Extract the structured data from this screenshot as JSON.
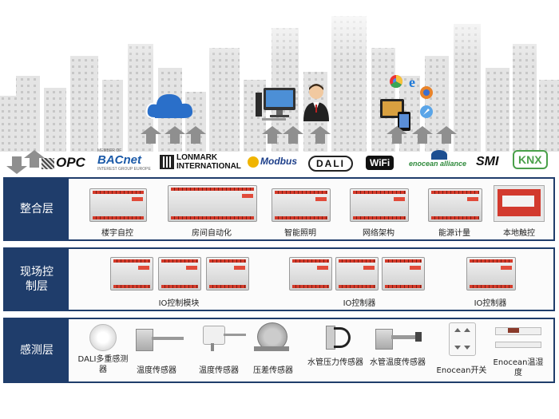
{
  "protocols": [
    "OPC",
    "BACnet",
    "LONMARK INTERNATIONAL",
    "Modbus",
    "DALI",
    "WiFi",
    "enocean alliance",
    "SMI",
    "KNX"
  ],
  "layers": {
    "integration": {
      "label": "整合层",
      "items": [
        "楼宇自控",
        "房间自动化",
        "智能照明",
        "网络架构",
        "能源计量",
        "本地触控"
      ]
    },
    "field": {
      "label": "现场控制层",
      "captions": [
        "IO控制模块",
        "IO控制器",
        "IO控制器"
      ]
    },
    "sensing": {
      "label": "感测层",
      "items": [
        "DALI多重感测器",
        "温度传感器",
        "温度传感器",
        "压差传感器",
        "水管压力传感器",
        "水管温度传感器",
        "Enocean开关",
        "Enocean温湿度"
      ]
    }
  },
  "colors": {
    "accent": "#1f3d6b",
    "arrow": "#8f8f8f",
    "terminal": "#d43a2a"
  },
  "icons": [
    "cloud-icon",
    "computer-icon",
    "user-icon",
    "browser-icons",
    "mobile-devices-icon"
  ]
}
